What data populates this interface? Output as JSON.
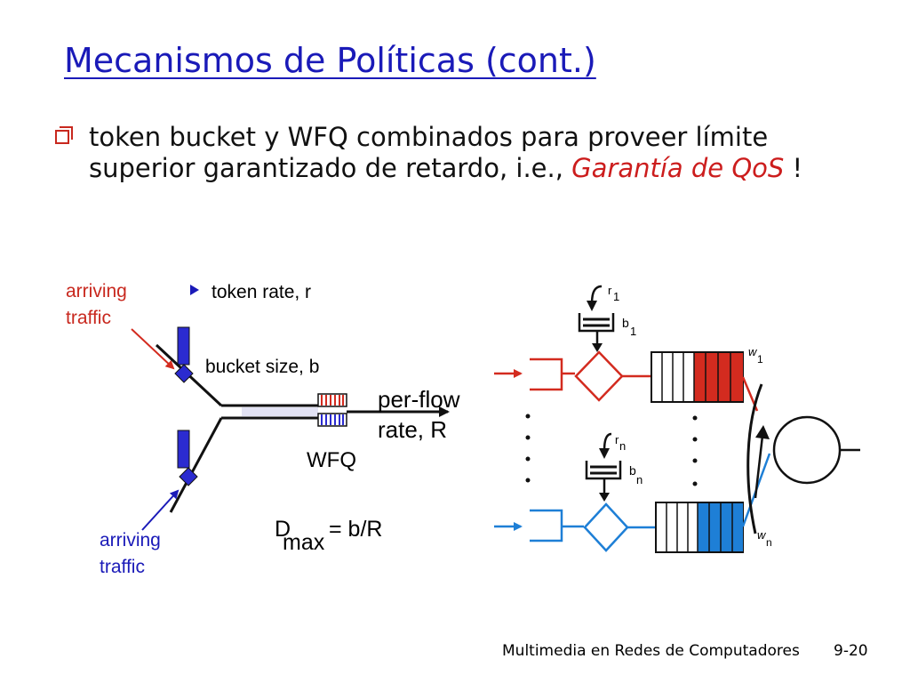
{
  "slide": {
    "title": "Mecanismos de Políticas (cont.)",
    "bullet": {
      "text": "token bucket y WFQ combinados para proveer límite superior garantizado de retardo, i.e., ",
      "highlight": "Garantía de QoS",
      "end": " !"
    },
    "footer": "Multimedia en Redes de Computadores",
    "slide_number": "9-20"
  },
  "left_diagram": {
    "arriving_top": [
      "arriving",
      "traffic"
    ],
    "arriving_bottom": [
      "arriving",
      "traffic"
    ],
    "token_rate": "token rate, r",
    "bucket_size": "bucket size, b",
    "per_flow": [
      "per-flow",
      "rate, R"
    ],
    "wfq": "WFQ",
    "formula": {
      "d": "D",
      "sub": "max",
      "rest": "= b/R"
    }
  },
  "right_diagram": {
    "r1": "r",
    "r1_sub": "1",
    "b1": "b",
    "b1_sub": "1",
    "w1": "w",
    "w1_sub": "1",
    "rn": "r",
    "rn_sub": "n",
    "bn": "b",
    "bn_sub": "n",
    "wn": "w",
    "wn_sub": "n"
  },
  "colors": {
    "title": "#1a1ab8",
    "highlight": "#cc1d1d",
    "red_flow": "#d32b1f",
    "blue_flow": "#1e7fd6",
    "bucket_blue": "#2b2bd0"
  },
  "icons": [
    "checkbox-bullet-icon",
    "token-bucket-icon",
    "diamond-policer-icon",
    "server-circle-icon"
  ]
}
